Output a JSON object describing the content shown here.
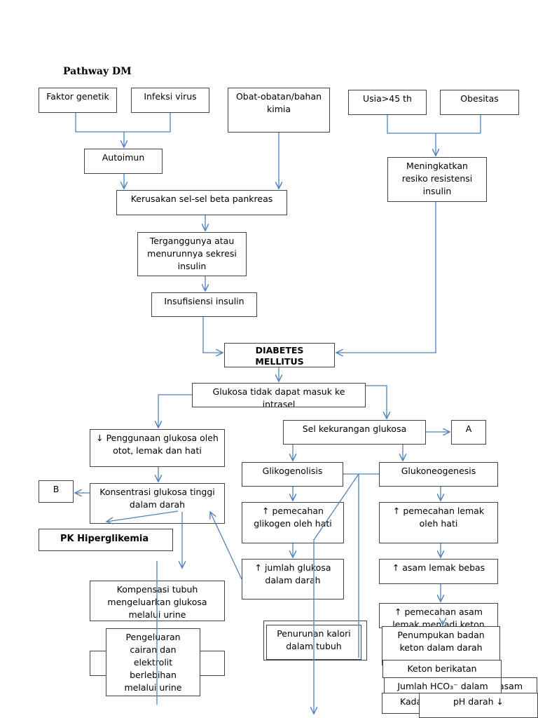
{
  "title": "Pathway DM",
  "nodes": {
    "faktor_genetik": "Faktor genetik",
    "infeksi_virus": "Infeksi virus",
    "obat": "Obat-obatan/bahan\nkimia",
    "usia": "Usia>45 th",
    "obesitas": "Obesitas",
    "autoimun": "Autoimun",
    "resiko": "Meningkatkan\nresiko resistensi\ninsulin",
    "kerusakan": "Kerusakan sel-sel  beta pankreas",
    "terganggu": "Terganggunya atau\nmenurunnya sekresi\ninsulin",
    "insufisiensi": "Insufisiensi insulin",
    "diabetes": "DIABETES\nMELLITUS",
    "glukosa_tidak": "Glukosa tidak dapat masuk ke\nintrasel",
    "sel_kekurangan": "Sel kekurangan glukosa",
    "a_label": "A",
    "penggunaan": "↓ Penggunaan glukosa oleh\notot, lemak dan hati",
    "glikogenolisis": "Glikogenolisis",
    "glukoneogenesis": "Glukoneogenesis",
    "b_label": "B",
    "konsentrasi": "Konsentrasi glukosa tinggi\ndalam darah",
    "pemecahan_glikogen": "↑ pemecahan\nglikogen oleh hati",
    "pemecahan_lemak": "↑ pemecahan lemak\noleh hati",
    "pk_hiperglikemia": "PK Hiperglikemia",
    "asam_lemak": "↑ asam lemak bebas",
    "jumlah_glukosa": "↑ jumlah glukosa\ndalam darah",
    "kompensasi": "Kompensasi tubuh\nmengeluarkan glukosa\nmelalui urine",
    "pemecahan_asam": "↑ pemecahan asam\nlemak menjadi keton",
    "penurunan_kalori": "Penurunan kalori\ndalam tubuh",
    "penumpukan": "Penumpukan badan\nketon dalam darah",
    "pengeluaran": "Pengeluaran\ncairan dan\nelektrolit\nberlebihan\nmelalui urine",
    "keton_berikatan": "Keton berikatan",
    "jumlah_hco3": "Jumlah HCO₃⁻ dalam",
    "asam_tail": "asam",
    "kada": "Kada",
    "ph_darah": "pH darah ↓"
  },
  "colors": {
    "arrow": "#4f81bd",
    "border": "#444444"
  }
}
